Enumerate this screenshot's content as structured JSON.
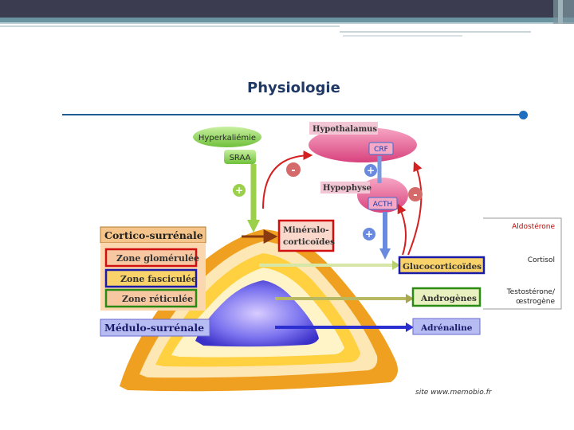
{
  "slide": {
    "title": "Physiologie",
    "credit": "site www.memobio.fr"
  },
  "diagram": {
    "hyperkaliemie": "Hyperkaliémie",
    "sraa": "SRAA",
    "hypothalamus": "Hypothalamus",
    "crf": "CRF",
    "hypophyse": "Hypophyse",
    "acth": "ACTH",
    "cortico": "Cortico-surrénale",
    "zone_glom": "Zone glomérulée",
    "zone_fasc": "Zone fasciculée",
    "zone_ret": "Zone réticulée",
    "medullo": "Médulo-surrénale",
    "mineralo_1": "Minéralo-",
    "mineralo_2": "corticoïdes",
    "gluco": "Glucocorticoïdes",
    "andro": "Androgènes",
    "adrenaline": "Adrénaline",
    "plus": "+",
    "minus": "-"
  },
  "labels": {
    "aldosterone": "Aldostérone",
    "cortisol": "Cortisol",
    "testo_1": "Testostérone/",
    "testo_2": "œstrogène"
  },
  "colors": {
    "title": "#1f3864",
    "accent_line": "#1f5b95",
    "red_label": "#c00000",
    "green_box": "#2a8a12",
    "blue_box": "#1a1aa8",
    "red_box": "#d01010"
  }
}
